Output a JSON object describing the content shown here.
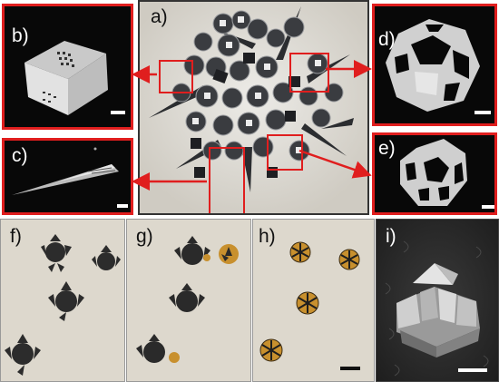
{
  "panels": {
    "a": {
      "label": "a)"
    },
    "b": {
      "label": "b)"
    },
    "c": {
      "label": "c)"
    },
    "d": {
      "label": "d)"
    },
    "e": {
      "label": "e)"
    },
    "f": {
      "label": "f)"
    },
    "g": {
      "label": "g)"
    },
    "h": {
      "label": "h)"
    },
    "i": {
      "label": "i)"
    }
  },
  "colors": {
    "highlight": "#e01e1e",
    "sem_background": "#080808",
    "photo_background": "#ddd8cd",
    "gold_pattern": "#c8902e"
  },
  "icons": [
    "scale-bar",
    "callout-arrow",
    "highlight-box"
  ]
}
